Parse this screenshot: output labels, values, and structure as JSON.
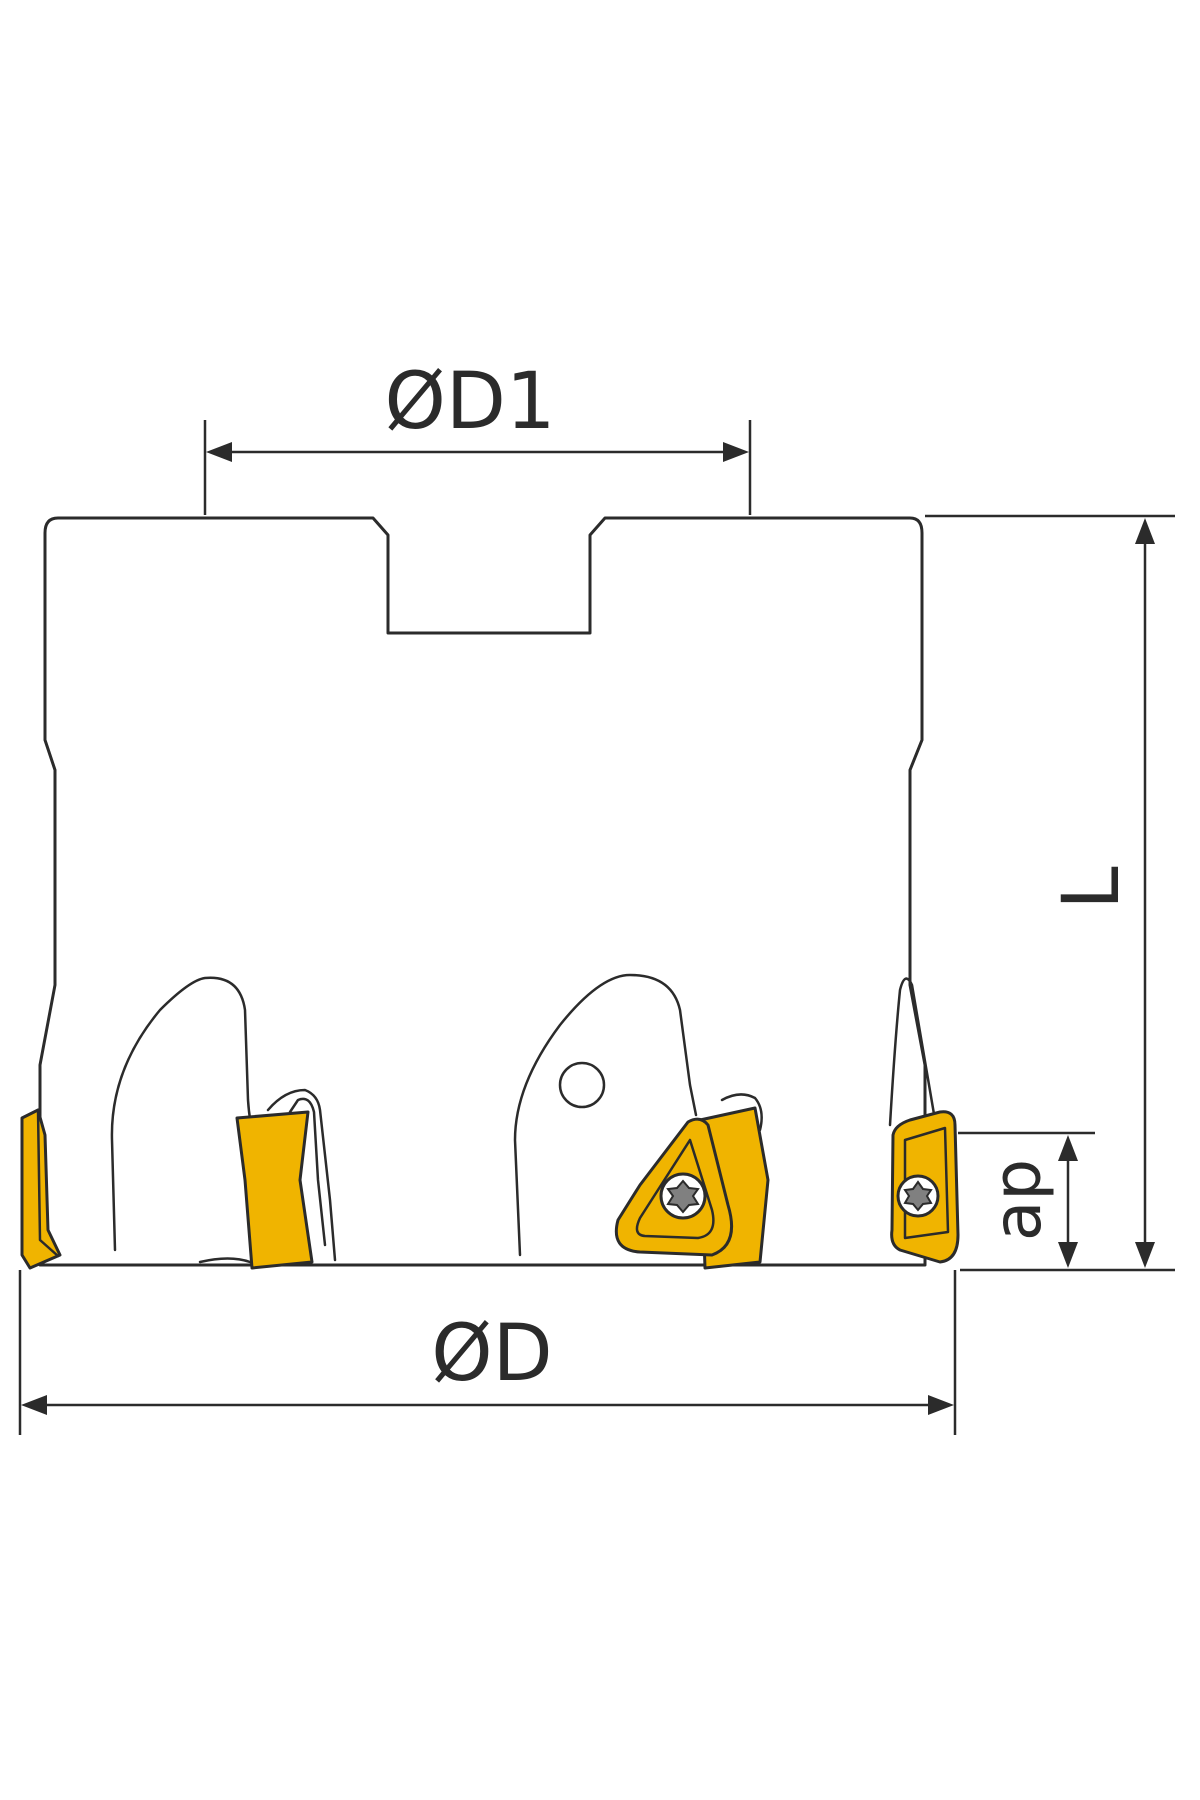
{
  "diagram": {
    "labels": {
      "d1": "ØD1",
      "d": "ØD",
      "length": "L",
      "ap": "ap"
    },
    "colors": {
      "line": "#2b2b2b",
      "insert_fill": "#f0b400",
      "insert_dark": "#b88600",
      "torx": "#808080",
      "background": "#ffffff"
    },
    "icons": {
      "insert_screw": "torx-screw-icon"
    }
  }
}
